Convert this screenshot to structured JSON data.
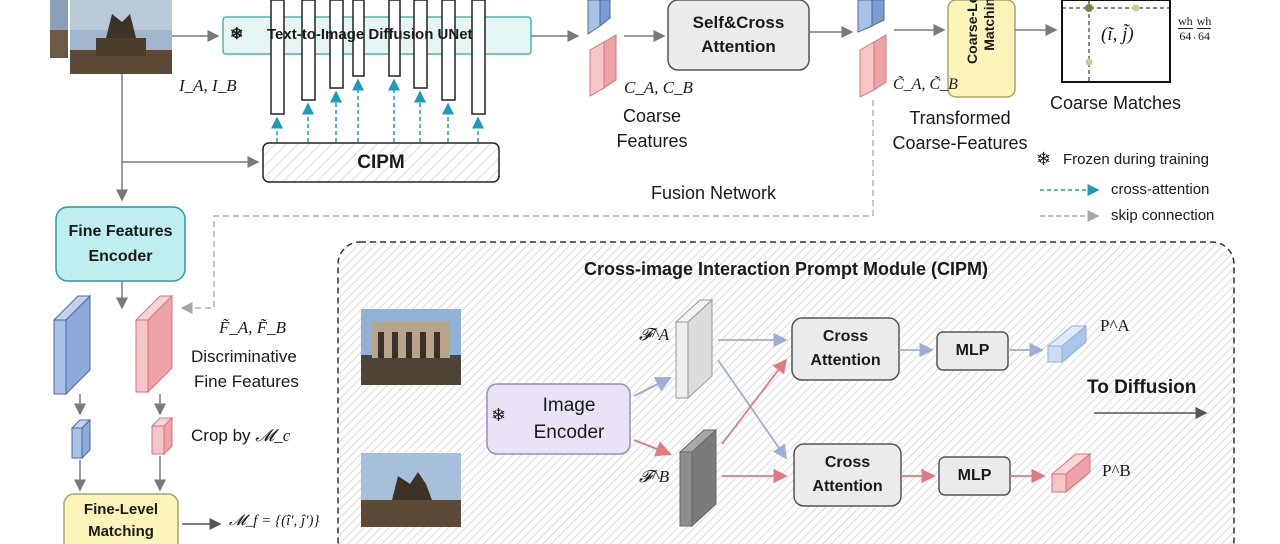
{
  "unet": {
    "label": "Text-to-Image Diffusion UNet"
  },
  "inputs": {
    "label": "I_A, I_B"
  },
  "cipm_small": {
    "label": "CIPM"
  },
  "self_cross": {
    "line1": "Self&Cross",
    "line2": "Attention"
  },
  "coarse_features": {
    "math": "C_A, C_B",
    "line1": "Coarse",
    "line2": "Features"
  },
  "coarse_matching": {
    "line1": "Coarse-Level",
    "line2": "Matching"
  },
  "transformed": {
    "math": "C̃_A, C̃_B",
    "line1": "Transformed",
    "line2": "Coarse-Features"
  },
  "coarse_matches": {
    "label": "Coarse Matches",
    "ij": "(ĩ, j̃)",
    "frac_num": "wh",
    "frac_den": "64",
    "frac_num2": "wh",
    "frac_den2": "64",
    "frac_sep": "·"
  },
  "legend": {
    "frozen": "Frozen during training",
    "cross": "cross-attention",
    "skip": "skip connection"
  },
  "fusion": {
    "label": "Fusion Network"
  },
  "fine_encoder": {
    "line1": "Fine Features",
    "line2": "Encoder"
  },
  "fine_features": {
    "math": "F̃_A, F̃_B",
    "line1": "Discriminative",
    "line2": "Fine Features"
  },
  "crop": {
    "label": "Crop by",
    "math": "𝓜_c"
  },
  "fine_matching": {
    "line1": "Fine-Level",
    "line2": "Matching"
  },
  "mf": {
    "math": "𝓜_f = {(î′, ĵ′)}"
  },
  "cipm": {
    "title": "Cross-image Interaction Prompt Module (CIPM)"
  },
  "image_encoder": {
    "line1": "Image",
    "line2": "Encoder"
  },
  "fa": {
    "math": "𝓕^A"
  },
  "fb": {
    "math": "𝓕^B"
  },
  "cross_attn_a": {
    "line1": "Cross",
    "line2": "Attention"
  },
  "cross_attn_b": {
    "line1": "Cross",
    "line2": "Attention"
  },
  "mlp_a": {
    "label": "MLP"
  },
  "mlp_b": {
    "label": "MLP"
  },
  "pa": {
    "label": "P^A"
  },
  "pb": {
    "label": "P^B"
  },
  "to_diffusion": {
    "label": "To Diffusion"
  },
  "colors": {
    "teal": "#17a2b8",
    "blue": "#a9c1e6",
    "pink": "#f2b6b8",
    "yellow": "#fbf4b9",
    "lavender": "#e9e3f5",
    "gray_box": "#ebebeb"
  }
}
